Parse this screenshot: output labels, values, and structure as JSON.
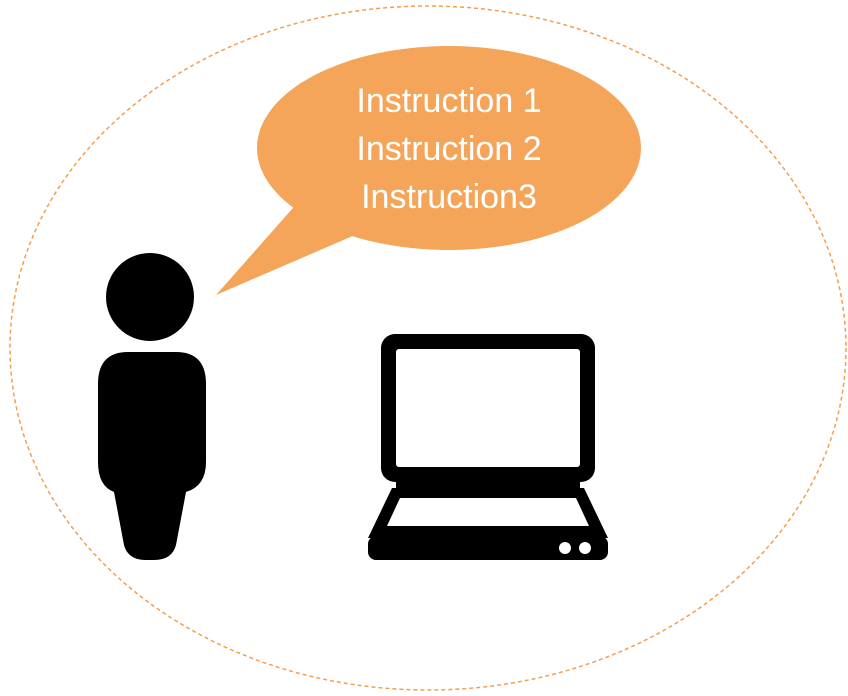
{
  "bubble": {
    "lines": [
      "Instruction 1",
      "Instruction 2",
      "Instruction3"
    ]
  },
  "colors": {
    "bubble_fill": "#f5a55a",
    "boundary_stroke": "#f0a050",
    "figure_fill": "#000000",
    "text": "#ffffff"
  },
  "icons": {
    "person": "person-icon",
    "computer": "laptop-icon"
  }
}
